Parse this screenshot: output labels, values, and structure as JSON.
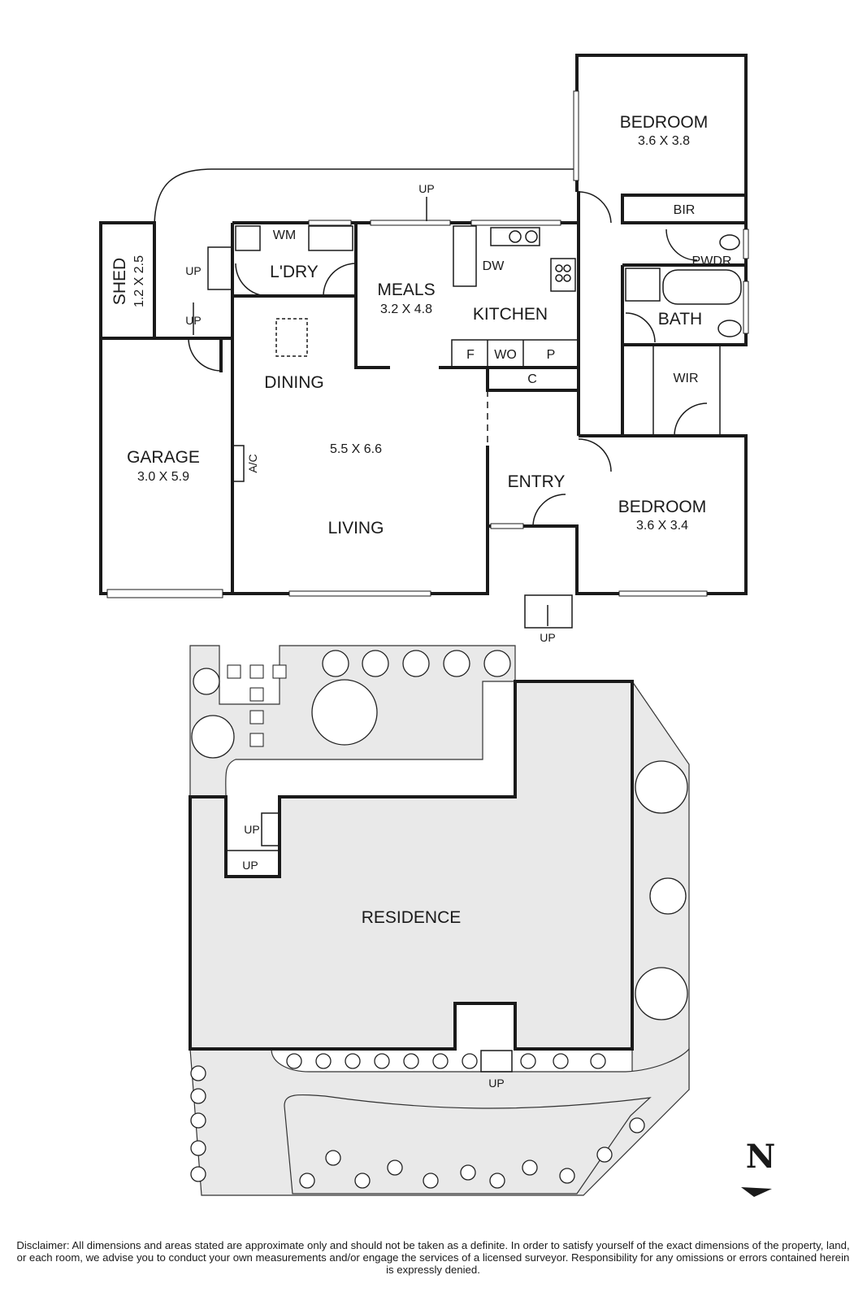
{
  "floor_plan": {
    "rooms": [
      {
        "id": "bedroom-1",
        "name": "BEDROOM",
        "size": "3.6 X 3.8"
      },
      {
        "id": "bedroom-2",
        "name": "BEDROOM",
        "size": "3.6 X 3.4"
      },
      {
        "id": "garage",
        "name": "GARAGE",
        "size": "3.0 X 5.9"
      },
      {
        "id": "shed",
        "name": "SHED",
        "size": "1.2 X 2.5"
      },
      {
        "id": "meals",
        "name": "MEALS",
        "size": "3.2 X 4.8"
      },
      {
        "id": "living",
        "name": "LIVING",
        "size": "5.5 X 6.6"
      },
      {
        "id": "dining",
        "name": "DINING"
      },
      {
        "id": "kitchen",
        "name": "KITCHEN"
      },
      {
        "id": "laundry",
        "name": "L'DRY"
      },
      {
        "id": "entry",
        "name": "ENTRY"
      },
      {
        "id": "bath",
        "name": "BATH"
      },
      {
        "id": "powder",
        "name": "PWDR"
      },
      {
        "id": "bir",
        "name": "BIR"
      },
      {
        "id": "wir",
        "name": "WIR"
      }
    ],
    "fixtures": {
      "wm": "WM",
      "dw": "DW",
      "fridge": "F",
      "wo": "WO",
      "pantry": "P",
      "cupboard": "C",
      "ac": "A/C"
    },
    "stair_labels": {
      "rear_deck": "UP",
      "laundry_step": "UP",
      "garage_step": "UP",
      "front_step": "UP"
    }
  },
  "site_plan": {
    "residence": "RESIDENCE",
    "stair_labels": {
      "side_a": "UP",
      "side_b": "UP",
      "front": "UP"
    },
    "north": "N"
  },
  "disclaimer": "Disclaimer: All dimensions and areas stated are approximate only and should not be taken as a definite. In order to satisfy yourself of the exact dimensions of the property, land, or each room, we advise you to conduct your own measurements and/or engage the services of a licensed surveyor. Responsibility for any omissions or errors contained herein is expressly denied."
}
